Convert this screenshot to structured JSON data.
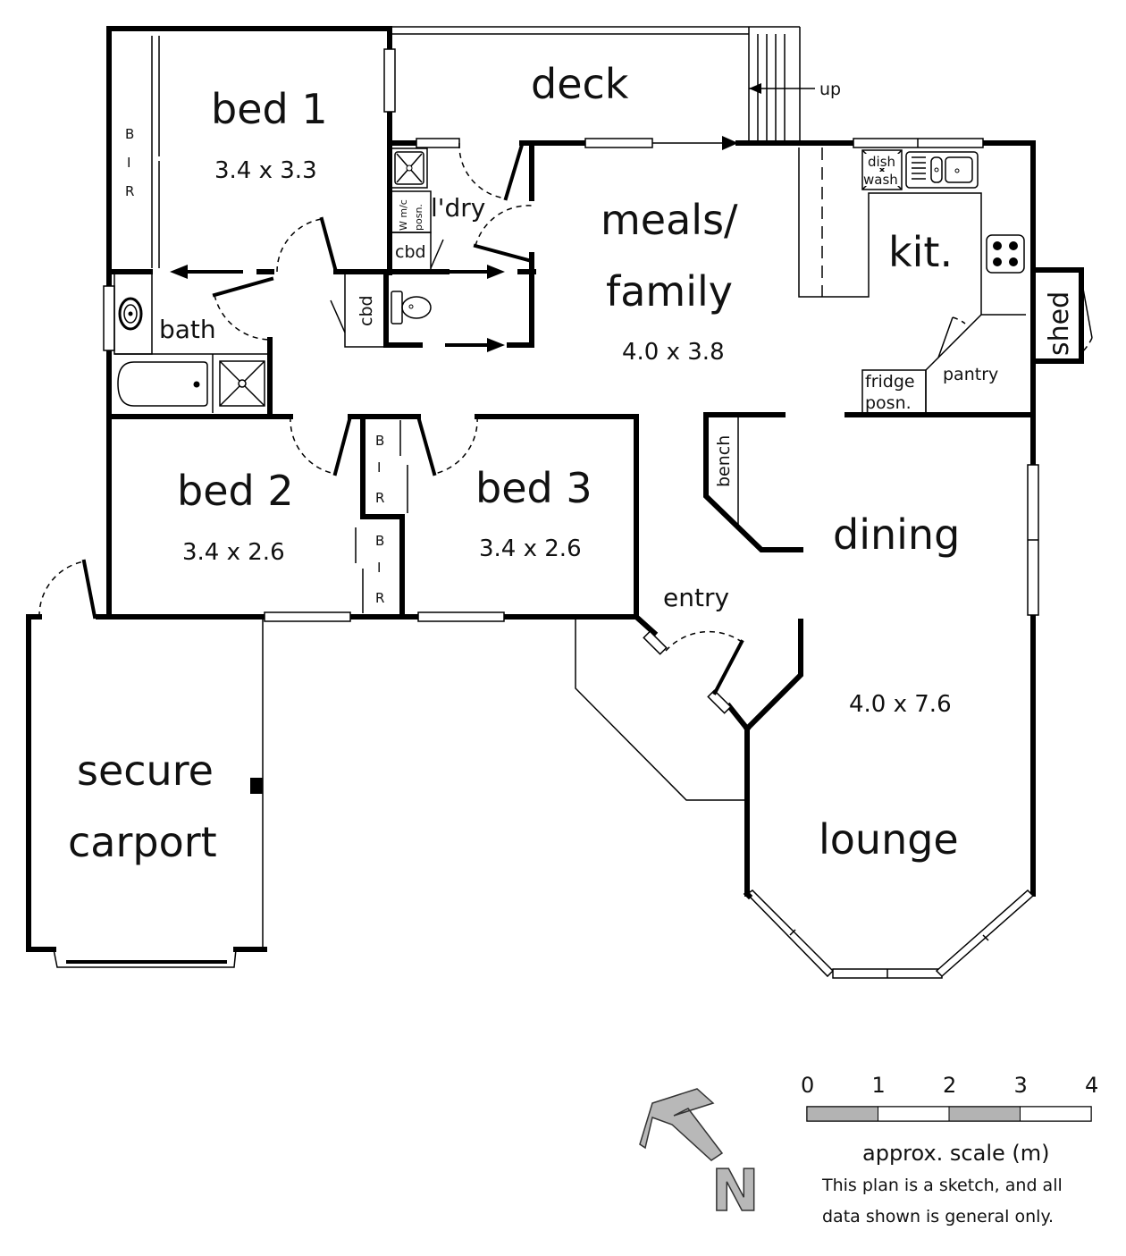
{
  "rooms": {
    "bed1": {
      "name": "bed 1",
      "dims": "3.4 x 3.3"
    },
    "bed2": {
      "name": "bed 2",
      "dims": "3.4 x 2.6"
    },
    "bed3": {
      "name": "bed 3",
      "dims": "3.4 x 2.6"
    },
    "meals": {
      "name_line1": "meals/",
      "name_line2": "family",
      "dims": "4.0 x 3.8"
    },
    "kitchen": {
      "name": "kit."
    },
    "dining": {
      "name": "dining"
    },
    "lounge": {
      "name": "lounge",
      "dims": "4.0 x 7.6"
    },
    "deck": {
      "name": "deck"
    },
    "bath": {
      "name": "bath"
    },
    "laundry": {
      "name": "l'dry"
    },
    "carport": {
      "name_line1": "secure",
      "name_line2": "carport"
    },
    "shed": {
      "name": "shed"
    },
    "entry": {
      "name": "entry"
    },
    "pantry": {
      "name": "pantry"
    }
  },
  "fixtures": {
    "bir_b": "B",
    "bir_i": "I",
    "bir_r": "R",
    "cbd": "cbd",
    "wm_line1": "W m/c",
    "wm_line2": "posn.",
    "dish_line1": "dish",
    "dish_line2": "wash",
    "fridge_line1": "fridge",
    "fridge_line2": "posn.",
    "bench": "bench",
    "up": "up"
  },
  "scale": {
    "ticks": [
      "0",
      "1",
      "2",
      "3",
      "4"
    ],
    "label": "approx. scale (m)",
    "unit": "m",
    "max": 4
  },
  "compass": {
    "letter": "N"
  },
  "disclaimer": {
    "line1": "This plan is a sketch, and all",
    "line2": "data shown is general only."
  },
  "colors": {
    "wall": "#000000",
    "scale_fill": "#b3b3b3",
    "compass_fill": "#b8b8b8"
  }
}
